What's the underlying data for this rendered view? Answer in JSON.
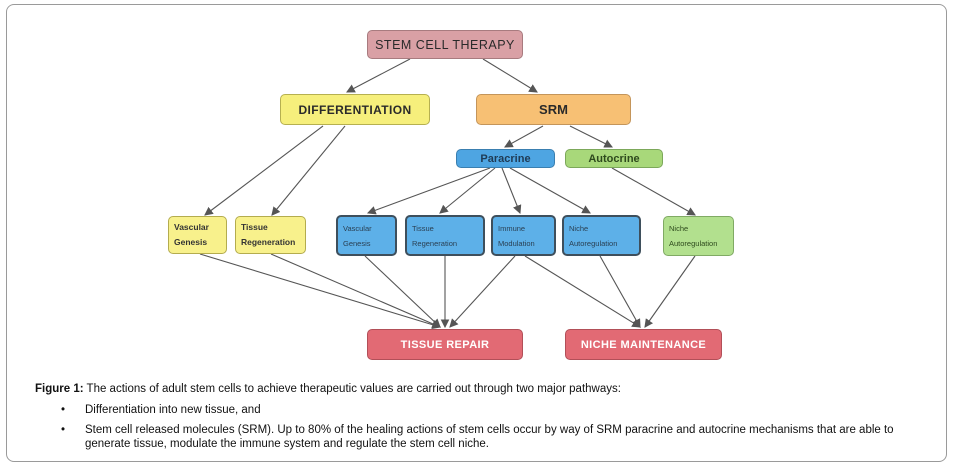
{
  "diagram": {
    "top": "STEM CELL THERAPY",
    "differentiation": "DIFFERENTIATION",
    "srm": "SRM",
    "paracrine": "Paracrine",
    "autocrine": "Autocrine",
    "diff_children": [
      {
        "line1": "Vascular",
        "line2": "Genesis"
      },
      {
        "line1": "Tissue",
        "line2": "Regeneration"
      }
    ],
    "paracrine_children": [
      {
        "line1": "Vascular",
        "line2": "Genesis"
      },
      {
        "line1": "Tissue",
        "line2": "Regeneration"
      },
      {
        "line1": "Immune",
        "line2": "Modulation"
      },
      {
        "line1": "Niche",
        "line2": "Autoregulation"
      }
    ],
    "autocrine_children": [
      {
        "line1": "Niche",
        "line2": "Autoregulation"
      }
    ],
    "outcomes": [
      "TISSUE REPAIR",
      "NICHE MAINTENANCE"
    ],
    "colors": {
      "top": "#d9a0a5",
      "differentiation": "#f6ef7c",
      "srm": "#f7c074",
      "paracrine": "#4ea5e2",
      "autocrine": "#a8d87a",
      "outcome": "#e26a74",
      "arrow": "#555555"
    }
  },
  "caption": {
    "label": "Figure 1:",
    "text": " The actions of adult stem cells to achieve therapeutic values are carried out through two major pathways:",
    "bullets": [
      "Differentiation into new tissue, and",
      "Stem cell released molecules (SRM). Up to 80% of the healing actions of stem cells occur by way of SRM paracrine and autocrine mechanisms that are able to generate tissue, modulate the immune system and regulate the stem cell niche."
    ],
    "bullet_char": "•"
  }
}
